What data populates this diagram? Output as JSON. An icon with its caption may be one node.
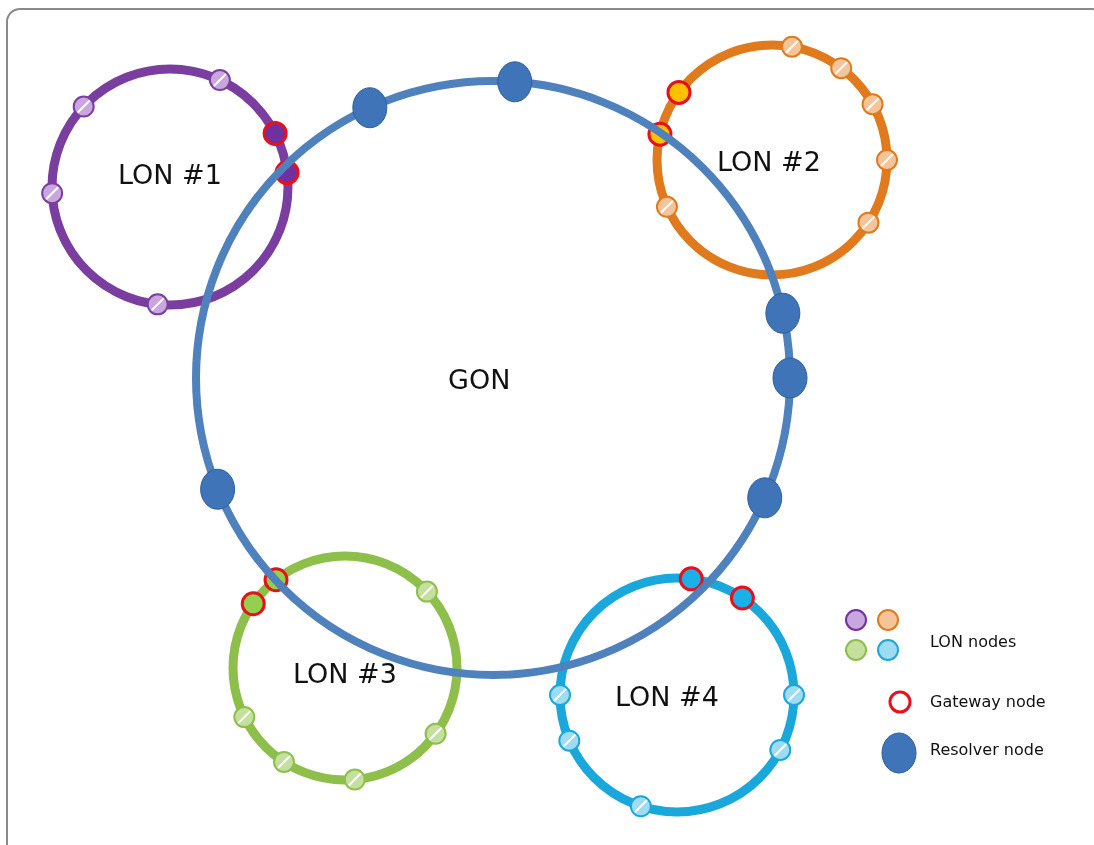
{
  "diagram": {
    "nodes": [
      {
        "text": [
          "LON #1"
        ]
      },
      {
        "text": [
          "LON #2"
        ]
      },
      {
        "text": [
          "GON"
        ]
      },
      {
        "text": [
          "LON #3"
        ]
      },
      {
        "text": [
          "LON #4"
        ]
      }
    ],
    "legend": [
      {
        "text": "LON nodes"
      },
      {
        "text": "Gateway node"
      },
      {
        "text": "Resolver node"
      }
    ]
  }
}
